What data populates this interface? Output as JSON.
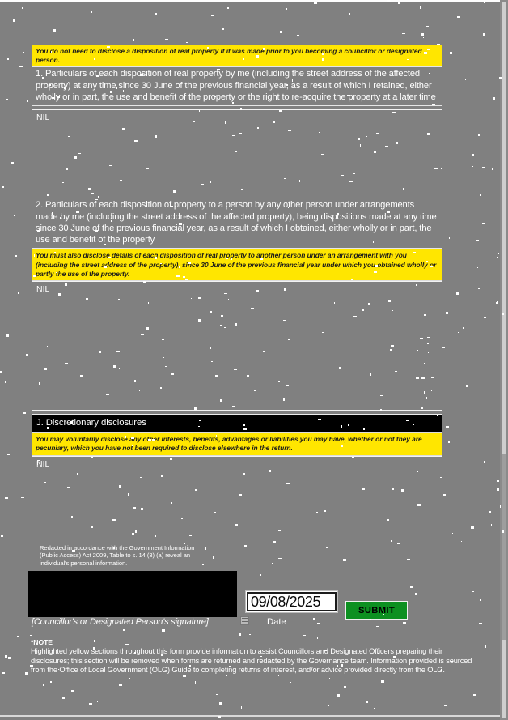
{
  "document": {
    "background_color": "#808080",
    "highlight_color": "#ffe600",
    "submit_color": "#0d9021"
  },
  "section_I": {
    "yellow_note_1": "You do not need to disclose a disposition of real property if it was made prior to you becoming a councillor or designated person.",
    "question_1": "1. Particulars of each disposition of real property by me (including the street address of the affected property) at any time since 30 June of the previous financial year, as a result of which I retained, either wholly or in part, the use and benefit of the property or the right to re-acquire the property at a later time",
    "answer_1": "NIL",
    "question_2": "2. Particulars of each disposition of property to a person by any other person under arrangements made by me (including the street address of the affected property), being dispositions made at any time since 30 June of the previous financial year, as a result of which I obtained, either wholly or in part, the use and benefit of the property",
    "yellow_note_2": "You must also disclose details of each disposition of real property to another person under an arrangement with you (including the street address of the property), since 30 June of the previous financial year under which you obtained wholly or partly the use of the property.",
    "answer_2": "NIL"
  },
  "section_J": {
    "heading": "J. Discretionary disclosures",
    "yellow_note": "You may voluntarily disclose any other interests, benefits, advantages or liabilities you may have, whether or not they are pecuniary, which you have not been required to disclose elsewhere in the return.",
    "answer": "NIL",
    "redaction_note": "Redacted in accordance with the Government Information (Public Access) Act 2009, Table to s. 14 (3) (a) reveal an individual's personal information."
  },
  "signature": {
    "signature_caption": "[Councillor's or Designated Person's signature]",
    "date_caption": "Date",
    "date_value": "09/08/2025",
    "submit_label": "SUBMIT"
  },
  "footer_note": {
    "heading": "*NOTE",
    "body": "Highlighted yellow sections throughout this form provide information to assist Councillors and Designated Officers preparing their disclosures; this section will be removed when forms are returned and redacted by the Governance team. Information provided is sourced from the Office of Local Government (OLG) Guide to completing returns of interest, and/or advice provided directly from the OLG."
  }
}
